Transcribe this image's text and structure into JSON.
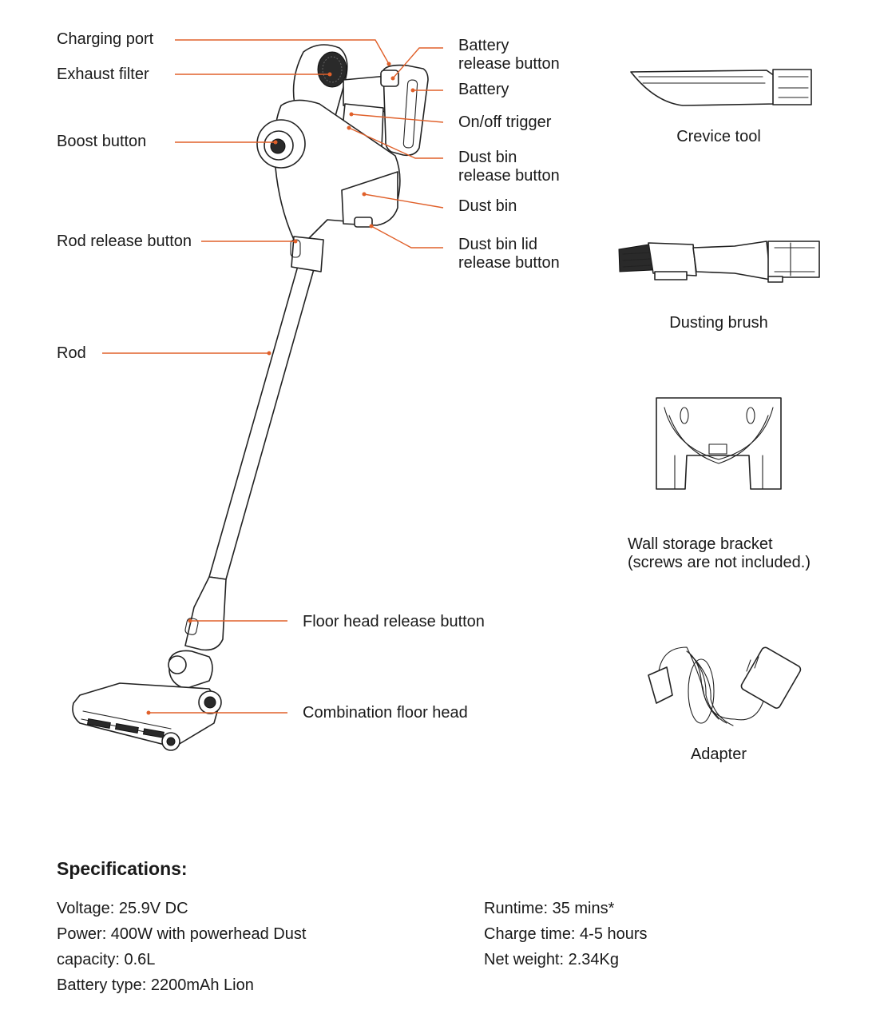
{
  "labels": {
    "charging_port": "Charging port",
    "exhaust_filter": "Exhaust filter",
    "boost_button": "Boost button",
    "rod_release_button": "Rod release button",
    "rod": "Rod",
    "battery_release_1": "Battery",
    "battery_release_2": "release button",
    "battery": "Battery",
    "onoff_trigger": "On/off trigger",
    "dustbin_release_1": "Dust bin",
    "dustbin_release_2": "release button",
    "dust_bin": "Dust bin",
    "dustbin_lid_1": "Dust bin lid",
    "dustbin_lid_2": "release button",
    "floor_head_release": "Floor head release button",
    "combination_floor_head": "Combination floor head"
  },
  "accessories": {
    "crevice_tool": "Crevice tool",
    "dusting_brush": "Dusting brush",
    "wall_bracket_1": "Wall storage bracket",
    "wall_bracket_2": "(screws are not included.)",
    "adapter": "Adapter"
  },
  "specs": {
    "title": "Specifications:",
    "left": [
      "Voltage: 25.9V DC",
      "Power: 400W with powerhead Dust",
      "capacity: 0.6L",
      "Battery type: 2200mAh Lion"
    ],
    "right": [
      "Runtime: 35 mins*",
      "Charge time: 4-5 hours",
      "Net weight: 2.34Kg"
    ]
  },
  "colors": {
    "leader_line": "#e0602a",
    "text": "#1a1a1a"
  }
}
